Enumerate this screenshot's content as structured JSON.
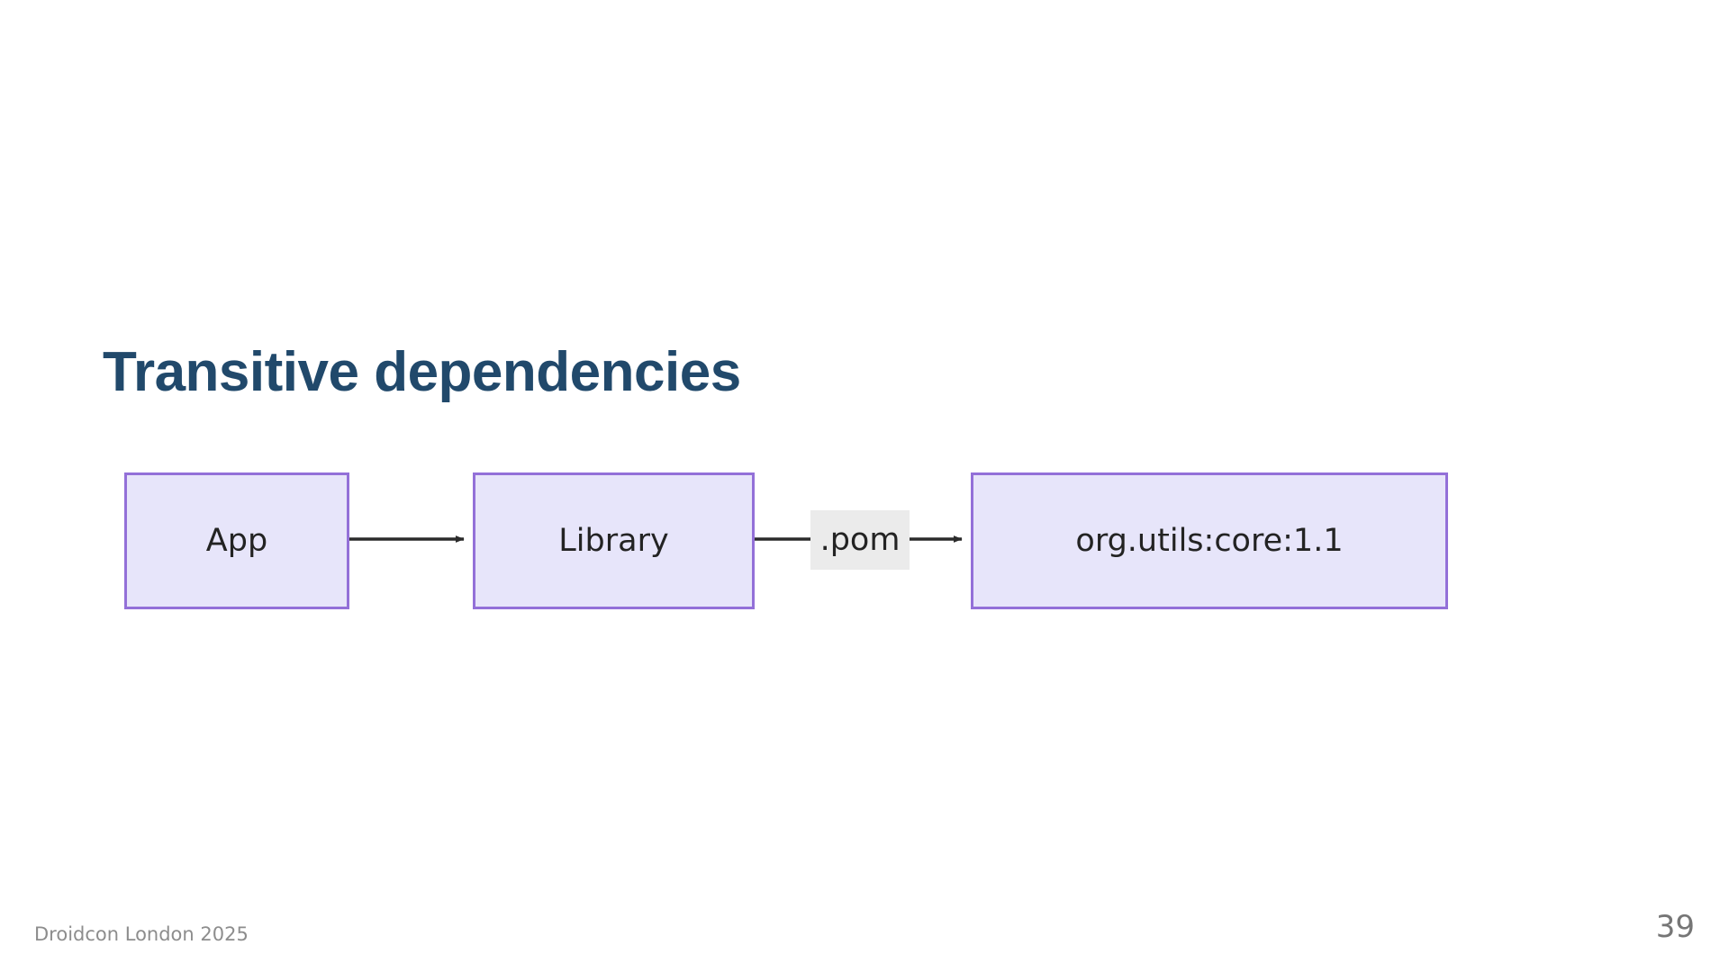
{
  "slide": {
    "title": "Transitive dependencies",
    "title_color": "#21496b",
    "background_color": "#ffffff"
  },
  "diagram": {
    "type": "flow",
    "node_fill": "#e7e5fa",
    "node_border": "#9370d8",
    "edge_color": "#2b2b2b",
    "label_background": "#ebebeb",
    "nodes": [
      {
        "id": "app",
        "label": "App"
      },
      {
        "id": "library",
        "label": "Library"
      },
      {
        "id": "core",
        "label": "org.utils:core:1.1"
      }
    ],
    "edges": [
      {
        "from": "app",
        "to": "library",
        "label": ""
      },
      {
        "from": "library",
        "to": "core",
        "label": ".pom"
      }
    ]
  },
  "footer": {
    "event": "Droidcon London 2025",
    "page_number": "39"
  }
}
